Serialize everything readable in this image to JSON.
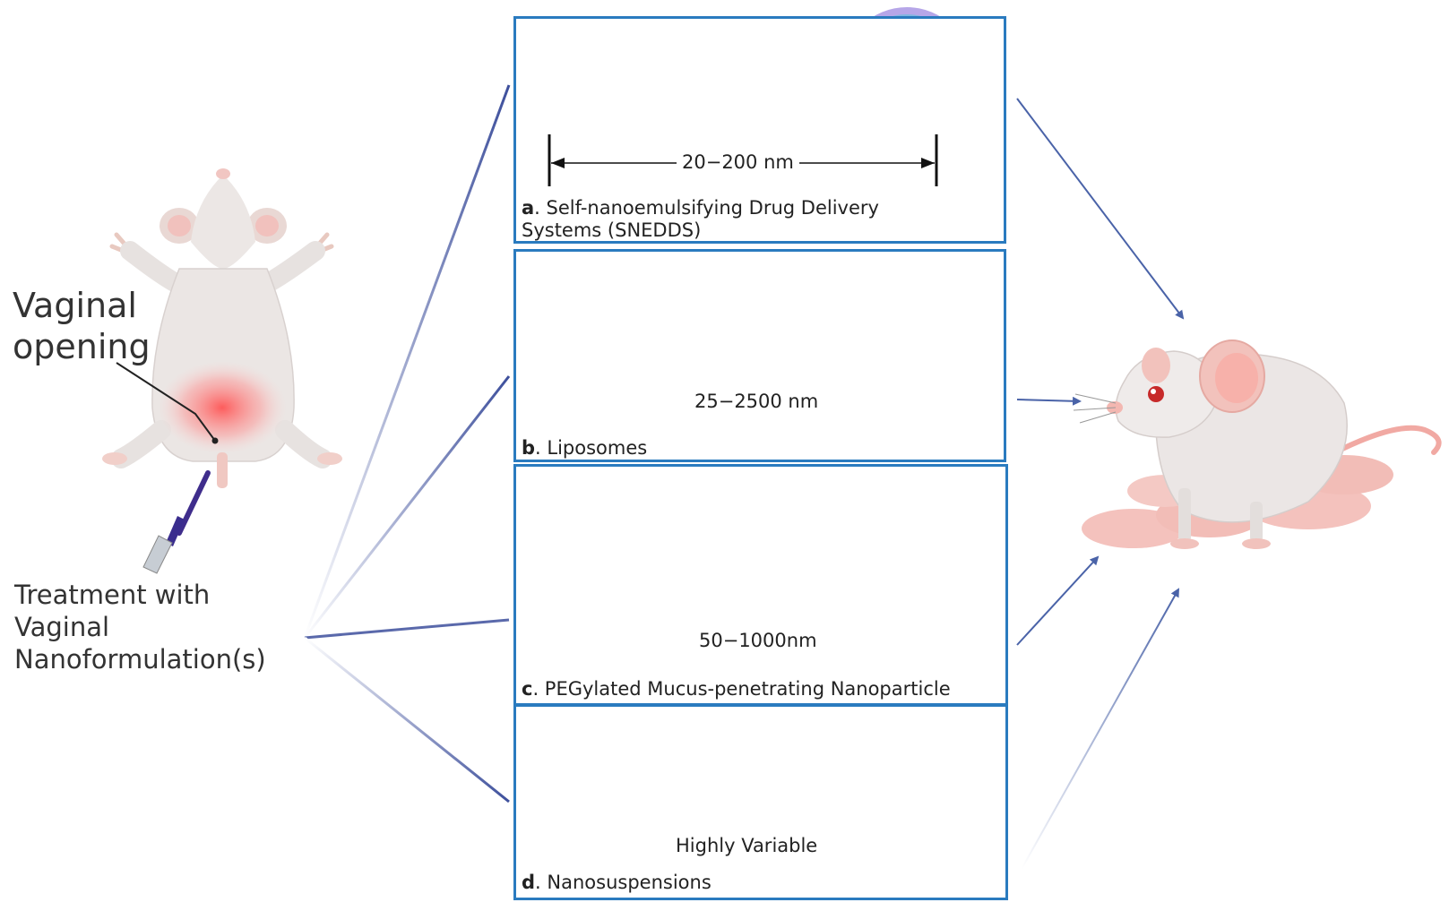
{
  "left": {
    "site_label": "Vaginal opening",
    "site_label_line1": "Vaginal",
    "site_label_line2": "opening",
    "treatment_line1": "Treatment with",
    "treatment_line2": "Vaginal",
    "treatment_line3": "Nanoformulation(s)"
  },
  "panels": [
    {
      "letter": "a",
      "title_line1": ". Self-nanoemulsifying Drug Delivery",
      "title_line2": "Systems (SNEDDS)",
      "range": "20−200 nm"
    },
    {
      "letter": "b",
      "title_line1": ". Liposomes",
      "title_line2": "",
      "range": "25−2500 nm"
    },
    {
      "letter": "c",
      "title_line1": ". PEGylated Mucus-penetrating Nanoparticle",
      "title_line2": "",
      "range": "50−1000nm"
    },
    {
      "letter": "d",
      "title_line1": ". Nanosuspensions",
      "title_line2": "",
      "range": "Highly Variable"
    }
  ],
  "colors": {
    "panel_border": "#2a7bbf",
    "arrow": "#4a63a8",
    "liposome": "#f5a623",
    "snedds_core": "#f4e04d",
    "peg_core": "#1583c4",
    "nanosusp_core": "#f0474f"
  }
}
